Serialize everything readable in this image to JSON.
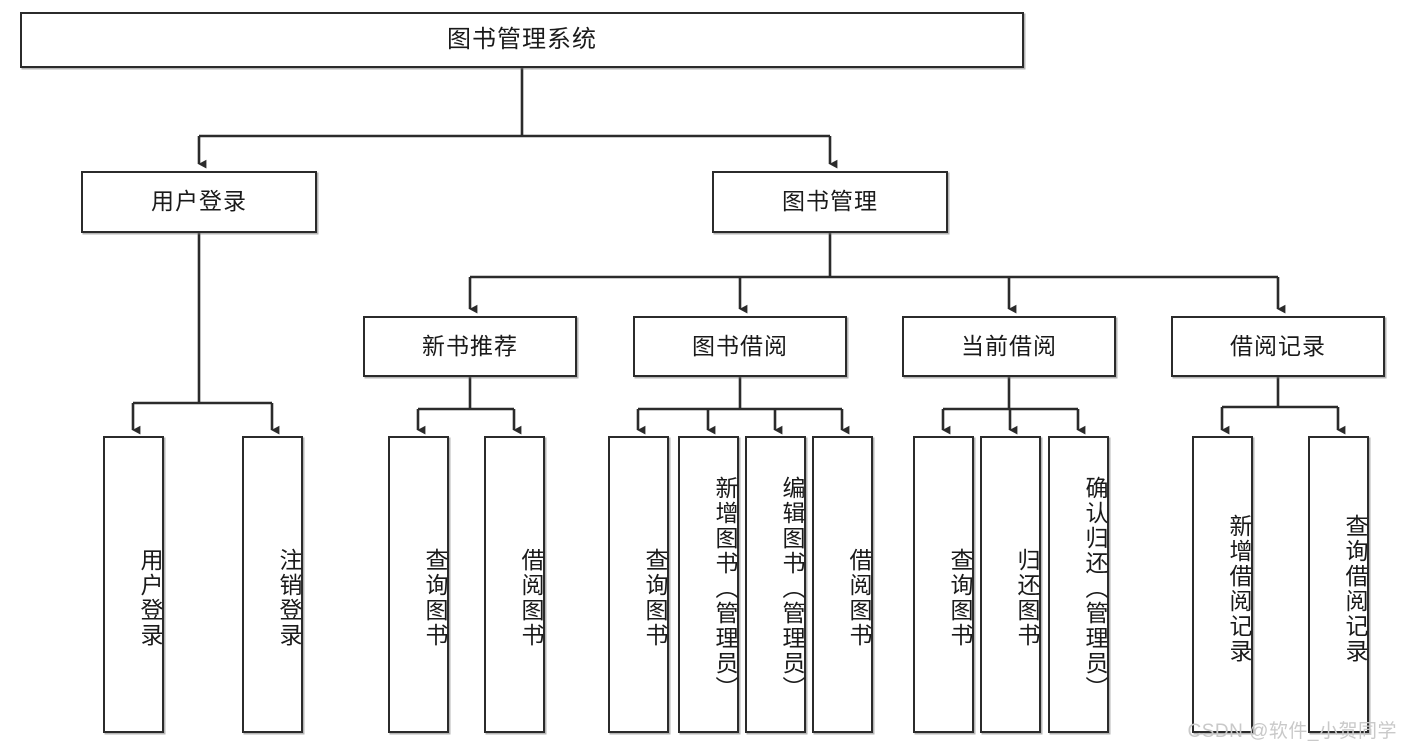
{
  "diagram": {
    "type": "tree-hierarchy",
    "title": "图书管理系统",
    "orientation": "top-down",
    "colors": {
      "box_border": "#2b2b2b",
      "box_fill": "#ffffff",
      "edge": "#2b2b2b",
      "text": "#1a1a1a",
      "watermark": "#c9c9c9"
    },
    "root": {
      "label": "图书管理系统"
    },
    "level2": [
      {
        "label": "用户登录"
      },
      {
        "label": "图书管理"
      }
    ],
    "level3": [
      {
        "label": "新书推荐"
      },
      {
        "label": "图书借阅"
      },
      {
        "label": "当前借阅"
      },
      {
        "label": "借阅记录"
      }
    ],
    "leaves": {
      "user_login": [
        {
          "label": "用户登录"
        },
        {
          "label": "注销登录"
        }
      ],
      "new_book_recommend": [
        {
          "label": "查询图书"
        },
        {
          "label": "借阅图书"
        }
      ],
      "book_borrow": [
        {
          "label": "查询图书"
        },
        {
          "label": "新增图书（管理员）"
        },
        {
          "label": "编辑图书（管理员）"
        },
        {
          "label": "借阅图书"
        }
      ],
      "current_borrow": [
        {
          "label": "查询图书"
        },
        {
          "label": "归还图书"
        },
        {
          "label": "确认归还（管理员）"
        }
      ],
      "borrow_record": [
        {
          "label": "新增借阅记录"
        },
        {
          "label": "查询借阅记录"
        }
      ]
    }
  },
  "watermark": {
    "text": "CSDN @软件_小贺同学"
  }
}
